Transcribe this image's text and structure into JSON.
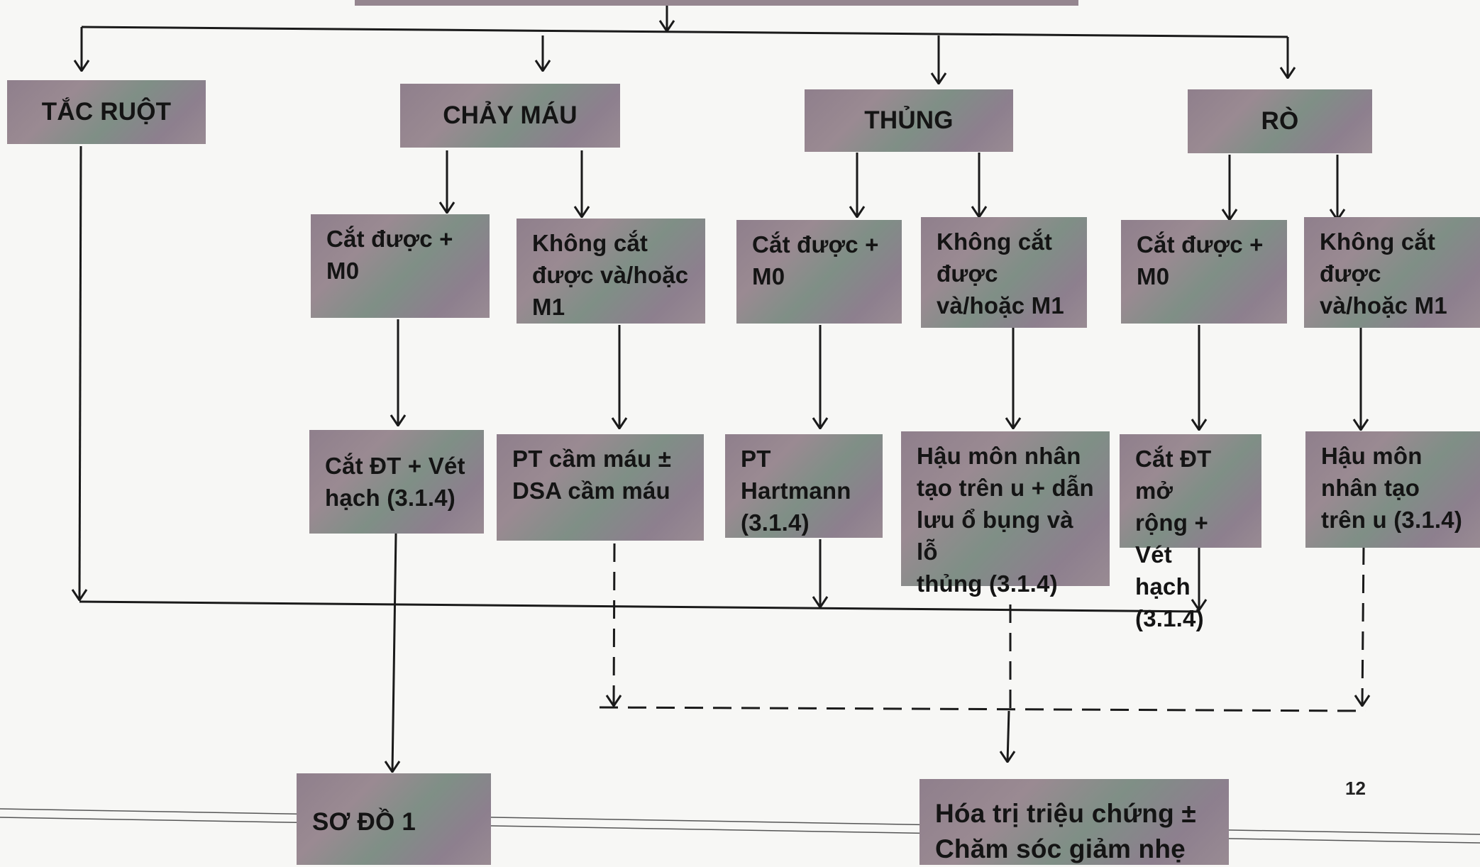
{
  "diagram": {
    "nodes": {
      "tac_ruot": "TẮC RUỘT",
      "chay_mau": "CHẢY MÁU",
      "thung": "THỦNG",
      "ro": "RÒ",
      "chay_mau_cat_duoc": "Cắt được +\nM0",
      "chay_mau_khong_cat": "Không cắt\nđược và/hoặc\nM1",
      "thung_cat_duoc": "Cắt được +\nM0",
      "thung_khong_cat": "Không cắt\nđược\nvà/hoặc M1",
      "ro_cat_duoc": "Cắt được +\nM0",
      "ro_khong_cat": "Không cắt\nđược\nvà/hoặc M1",
      "cat_dt_vet_hach": "Cắt ĐT + Vét\nhạch (3.1.4)",
      "pt_cam_mau": "PT cầm máu ±\nDSA cầm máu",
      "pt_hartmann": "PT\nHartmann\n(3.1.4)",
      "hau_mon_thung": "Hậu môn nhân\ntạo trên u + dẫn\nlưu ổ bụng và lỗ\nthủng (3.1.4)",
      "cat_dt_mo_rong": "Cắt ĐT mở\nrộng + Vét\nhạch (3.1.4)",
      "hau_mon_ro": "Hậu môn\nnhân tạo\ntrên u (3.1.4)",
      "so_do_1": "SƠ ĐỒ 1",
      "hoa_tri": "Hóa trị triệu chứng ±\nChăm sóc giảm nhẹ"
    }
  },
  "page_number": "12"
}
